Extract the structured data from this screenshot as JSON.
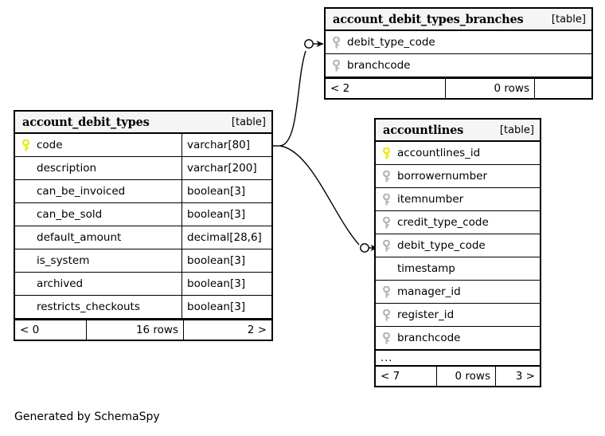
{
  "caption": "Generated by SchemaSpy",
  "colors": {
    "primary_key": "#e8e800",
    "foreign_key": "#b3b3b3",
    "header_bg": "#f5f5f5",
    "border": "#000000",
    "background": "#ffffff"
  },
  "tables": [
    {
      "id": "account_debit_types_branches",
      "name": "account_debit_types_branches",
      "kind": "[table]",
      "columns": [
        {
          "key": "foreign",
          "name": "debit_type_code",
          "type": ""
        },
        {
          "key": "foreign",
          "name": "branchcode",
          "type": ""
        }
      ],
      "footer": {
        "left": "< 2",
        "middle": "0 rows",
        "right": ""
      }
    },
    {
      "id": "account_debit_types",
      "name": "account_debit_types",
      "kind": "[table]",
      "columns": [
        {
          "key": "primary",
          "name": "code",
          "type": "varchar[80]"
        },
        {
          "key": "none",
          "name": "description",
          "type": "varchar[200]"
        },
        {
          "key": "none",
          "name": "can_be_invoiced",
          "type": "boolean[3]"
        },
        {
          "key": "none",
          "name": "can_be_sold",
          "type": "boolean[3]"
        },
        {
          "key": "none",
          "name": "default_amount",
          "type": "decimal[28,6]"
        },
        {
          "key": "none",
          "name": "is_system",
          "type": "boolean[3]"
        },
        {
          "key": "none",
          "name": "archived",
          "type": "boolean[3]"
        },
        {
          "key": "none",
          "name": "restricts_checkouts",
          "type": "boolean[3]"
        }
      ],
      "footer": {
        "left": "< 0",
        "middle": "16 rows",
        "right": "2 >"
      }
    },
    {
      "id": "accountlines",
      "name": "accountlines",
      "kind": "[table]",
      "columns": [
        {
          "key": "primary",
          "name": "accountlines_id",
          "type": ""
        },
        {
          "key": "foreign",
          "name": "borrowernumber",
          "type": ""
        },
        {
          "key": "foreign",
          "name": "itemnumber",
          "type": ""
        },
        {
          "key": "foreign",
          "name": "credit_type_code",
          "type": ""
        },
        {
          "key": "foreign",
          "name": "debit_type_code",
          "type": ""
        },
        {
          "key": "none",
          "name": "timestamp",
          "type": ""
        },
        {
          "key": "foreign",
          "name": "manager_id",
          "type": ""
        },
        {
          "key": "foreign",
          "name": "register_id",
          "type": ""
        },
        {
          "key": "foreign",
          "name": "branchcode",
          "type": ""
        }
      ],
      "more_indicator": "...",
      "footer": {
        "left": "< 7",
        "middle": "0 rows",
        "right": "3 >"
      }
    }
  ],
  "relationships": [
    {
      "from": "account_debit_types.code",
      "to": "account_debit_types_branches.debit_type_code"
    },
    {
      "from": "account_debit_types.code",
      "to": "accountlines.debit_type_code"
    }
  ]
}
